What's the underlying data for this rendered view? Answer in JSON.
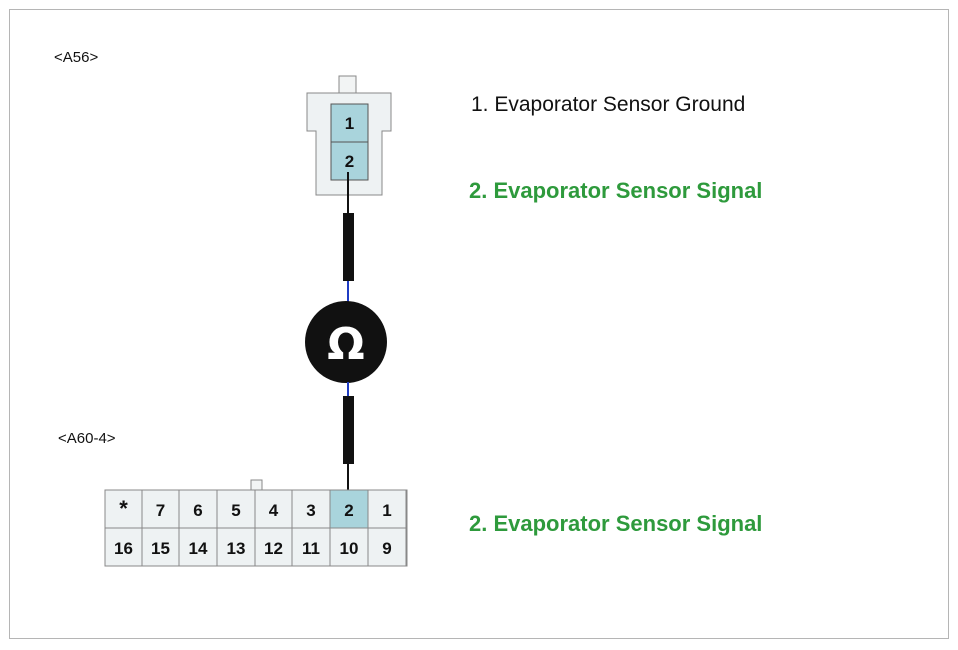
{
  "connectors": {
    "top_id": "<A56>",
    "bottom_id": "<A60-4>"
  },
  "top_connector": {
    "pins": [
      "1",
      "2"
    ],
    "highlighted_pin": "2"
  },
  "bottom_connector": {
    "top_row": [
      "*",
      "7",
      "6",
      "5",
      "4",
      "3",
      "2",
      "1"
    ],
    "bottom_row": [
      "16",
      "15",
      "14",
      "13",
      "12",
      "11",
      "10",
      "9"
    ],
    "highlighted_pin": "2"
  },
  "meter": {
    "symbol": "Ω"
  },
  "legend": {
    "top_pin1": "1. Evaporator Sensor Ground",
    "top_pin2": "2. Evaporator Sensor Signal",
    "bottom_pin2": "2. Evaporator Sensor Signal"
  },
  "colors": {
    "pin_highlight": "#a9d4dc",
    "connector_body": "#eef2f3",
    "legend_green": "#2e9a3c",
    "wire_blue": "#1f3cc4",
    "probe_black": "#111111"
  }
}
